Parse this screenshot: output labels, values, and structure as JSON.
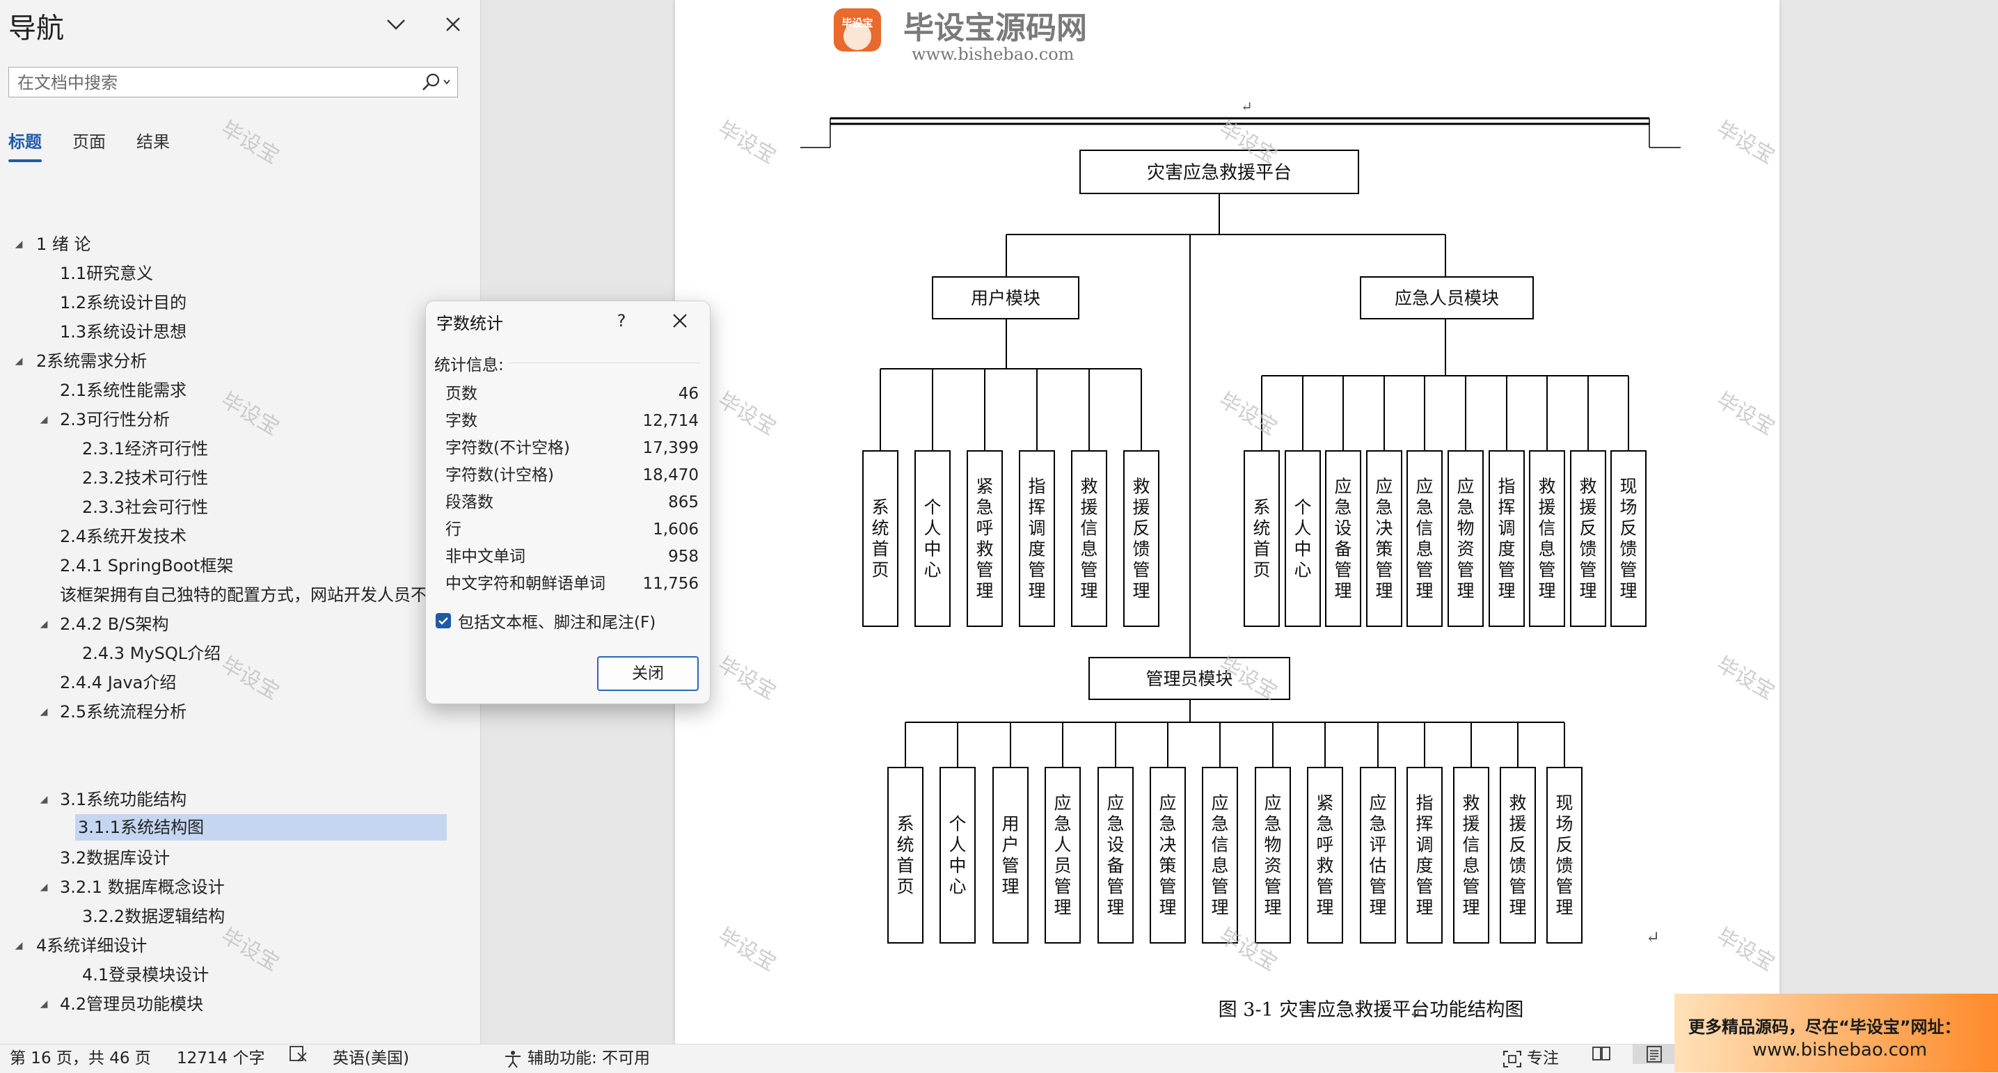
{
  "nav": {
    "title": "导航",
    "search_placeholder": "在文档中搜索",
    "tabs": [
      {
        "label": "标题",
        "active": true
      },
      {
        "label": "页面",
        "active": false
      },
      {
        "label": "结果",
        "active": false
      }
    ],
    "items": [
      {
        "label": "1 绪  论",
        "level": 0,
        "expanded": true
      },
      {
        "label": "1.1研究意义",
        "level": 1
      },
      {
        "label": "1.2系统设计目的",
        "level": 1
      },
      {
        "label": "1.3系统设计思想",
        "level": 1
      },
      {
        "label": "2系统需求分析",
        "level": 0,
        "expanded": true
      },
      {
        "label": "2.1系统性能需求",
        "level": 1
      },
      {
        "label": "2.3可行性分析",
        "level": 1,
        "expanded": true
      },
      {
        "label": "2.3.1经济可行性",
        "level": 2
      },
      {
        "label": "2.3.2技术可行性",
        "level": 2
      },
      {
        "label": "2.3.3社会可行性",
        "level": 2
      },
      {
        "label": "2.4系统开发技术",
        "level": 1
      },
      {
        "label": "2.4.1 SpringBoot框架",
        "level": 1
      },
      {
        "label": "该框架拥有自己独特的配置方式，网站开发人员不",
        "level": 1
      },
      {
        "label": "2.4.2 B/S架构",
        "level": 1,
        "expanded": true
      },
      {
        "label": "2.4.3 MySQL介绍",
        "level": 2
      },
      {
        "label": "2.4.4 Java介绍",
        "level": 1
      },
      {
        "label": "2.5系统流程分析",
        "level": 1,
        "expanded": true
      },
      {
        "label": "",
        "level": 1
      },
      {
        "label": "",
        "level": 1
      },
      {
        "label": "3.1系统功能结构",
        "level": 1,
        "expanded": true
      },
      {
        "label": "3.1.1系统结构图",
        "level": 2,
        "selected": true
      },
      {
        "label": "3.2数据库设计",
        "level": 1
      },
      {
        "label": "3.2.1 数据库概念设计",
        "level": 1,
        "expanded": true
      },
      {
        "label": "3.2.2数据逻辑结构",
        "level": 2
      },
      {
        "label": "4系统详细设计",
        "level": 0,
        "expanded": true
      },
      {
        "label": "4.1登录模块设计",
        "level": 2
      },
      {
        "label": "4.2管理员功能模块",
        "level": 1,
        "expanded": true
      }
    ]
  },
  "dialog": {
    "title": "字数统计",
    "help": "?",
    "section": "统计信息:",
    "stats": [
      {
        "label": "页数",
        "value": "46"
      },
      {
        "label": "字数",
        "value": "12,714"
      },
      {
        "label": "字符数(不计空格)",
        "value": "17,399"
      },
      {
        "label": "字符数(计空格)",
        "value": "18,470"
      },
      {
        "label": "段落数",
        "value": "865"
      },
      {
        "label": "行",
        "value": "1,606"
      },
      {
        "label": "非中文单词",
        "value": "958"
      },
      {
        "label": "中文字符和朝鲜语单词",
        "value": "11,756"
      }
    ],
    "include_label": "包括文本框、脚注和尾注(F)",
    "include_checked": true,
    "close_label": "关闭"
  },
  "doc": {
    "logo_text": "毕设宝源码网",
    "logo_badge": "毕设宝",
    "logo_url": "www.bishebao.com",
    "watermark": "毕设宝",
    "diagram": {
      "root": "灾害应急救援平台",
      "user_module": "用户模块",
      "emergency_module": "应急人员模块",
      "admin_module": "管理员模块",
      "user_children": [
        "系统首页",
        "个人中心",
        "紧急呼救管理",
        "指挥调度管理",
        "救援信息管理",
        "救援反馈管理"
      ],
      "emergency_children": [
        "系统首页",
        "个人中心",
        "应急设备管理",
        "应急决策管理",
        "应急信息管理",
        "应急物资管理",
        "指挥调度管理",
        "救援信息管理",
        "救援反馈管理",
        "现场反馈管理"
      ],
      "admin_children": [
        "系统首页",
        "个人中心",
        "用户管理",
        "应急人员管理",
        "应急设备管理",
        "应急决策管理",
        "应急信息管理",
        "应急物资管理",
        "紧急呼救管理",
        "应急评估管理",
        "指挥调度管理",
        "救援信息管理",
        "救援反馈管理",
        "现场反馈管理"
      ]
    },
    "caption": "图 3-1  灾害应急救援平台功能结构图"
  },
  "status": {
    "page": "第 16 页，共 46 页",
    "words": "12714 个字",
    "language": "英语(美国)",
    "accessibility": "辅助功能: 不可用",
    "focus": "专注"
  },
  "promo": {
    "line1": "更多精品源码，尽在“毕设宝”网址：",
    "line2": "www.bishebao.com"
  },
  "colors": {
    "accent": "#1f5aa8",
    "selection": "#c5d6f1",
    "promo_end": "#ff8a2a"
  }
}
